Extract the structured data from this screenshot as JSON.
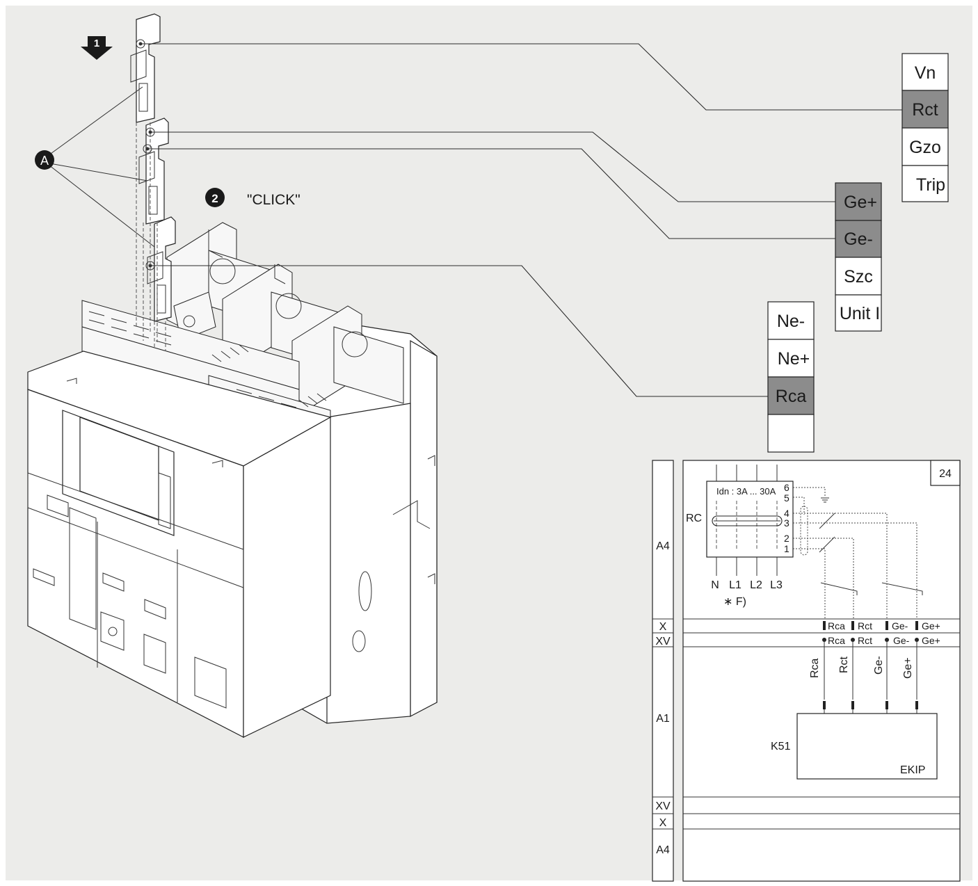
{
  "background_color": "#ececea",
  "accent_colors": {
    "highlight_cell": "#8c8c8c",
    "normal_cell": "#ffffff",
    "line": "#222222"
  },
  "steps": {
    "step1_label": "1",
    "step2_label": "2",
    "click_text": "\"CLICK\"",
    "callout_label": "A"
  },
  "terminal_blocks": {
    "block1": [
      "Vn",
      "Rct",
      "Gzo",
      "Trip"
    ],
    "block2": [
      "Ge+",
      "Ge-",
      "Szc",
      "Unit I"
    ],
    "block3": [
      "Ne-",
      "Ne+",
      "Rca",
      ""
    ],
    "highlighted": [
      "Rct",
      "Ge+",
      "Ge-",
      "Rca"
    ]
  },
  "wiring": {
    "page_number": "24",
    "left_column": [
      "A4",
      "X",
      "XV",
      "A1",
      "XV",
      "X",
      "A4"
    ],
    "rc_label": "RC",
    "rc_rating": "Idn : 3A ... 30A",
    "rc_pins": [
      "6",
      "5",
      "4",
      "3",
      "2",
      "1"
    ],
    "phases": [
      "N",
      "L1",
      "L2",
      "L3"
    ],
    "footnote": "∗ F)",
    "x_row": [
      "Rca",
      "Rct",
      "Ge-",
      "Ge+"
    ],
    "xv_row": [
      "Rca",
      "Rct",
      "Ge-",
      "Ge+"
    ],
    "vertical_labels": [
      "Rca",
      "Rct",
      "Ge-",
      "Ge+"
    ],
    "k51_label": "K51",
    "ekip_label": "EKIP"
  }
}
